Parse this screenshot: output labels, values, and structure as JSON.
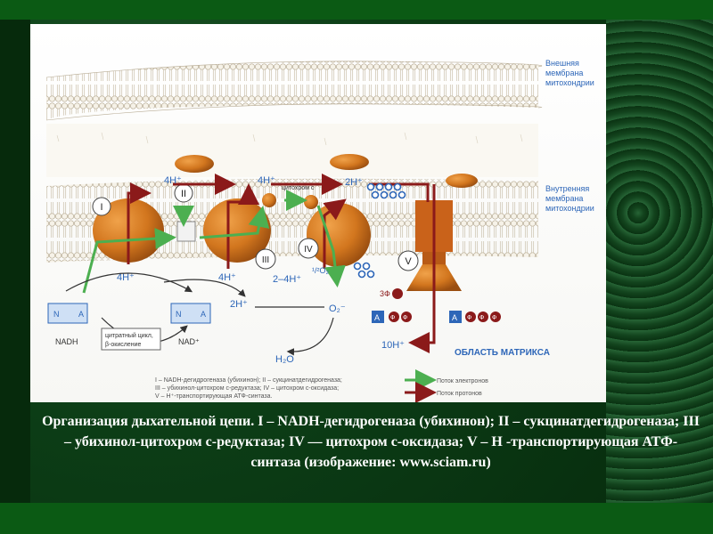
{
  "caption": "Организация дыхательной цепи. I – NADH-дегидрогеназа (убихинон); II – сукцинатдегидрогеназа; III – убихинол-цитохром с-редуктаза; IV — цитохром с-оксидаза; V – H -транспортирующая АТФ-синтаза (изображение: www.sciam.ru)",
  "membrane_labels": {
    "outer": [
      "Внешняя",
      "мембрана",
      "митохондрии"
    ],
    "inner": [
      "Внутренняя",
      "мембрана",
      "митохондрии"
    ]
  },
  "complexes": {
    "c1": "I",
    "c2": "II",
    "c3": "III",
    "c4": "IV",
    "c5": "V"
  },
  "protons": {
    "ims_1": "4H⁺",
    "ims_2": "4H⁺",
    "ims_3": "2H⁺",
    "mat_1": "4H⁺",
    "mat_2": "4H⁺",
    "mat_3": "2–4H⁺",
    "mat_4": "2H⁺",
    "out": "10H⁺"
  },
  "cyt_c": "цитохром с",
  "o2_half": "¹/²O₂",
  "o2_minus": "O₂⁻",
  "water": "H₂O",
  "nadh": "NADH",
  "nad": "NAD⁺",
  "cycle": [
    "цитратный цикл,",
    "β-окисление"
  ],
  "matrix": "ОБЛАСТЬ МАТРИКСА",
  "atp": {
    "three_f": "3Ф",
    "a": "A",
    "f": "Ф",
    "n": "N"
  },
  "legend_text": [
    "I – NADH-дегидрогеназа (убихинон); II – сукцинатдегидрогеназа;",
    "III – убихинол-цитохром с-редуктаза; IV – цитохром с-оксидаза;",
    "V – H⁺-транспортирующая АТФ-синтаза."
  ],
  "legend_keys": {
    "electrons": "Поток электронов",
    "protons": "Поток протонов"
  },
  "colors": {
    "protein": "#d2761e",
    "proton_arrow": "#8b1a1a",
    "electron_arrow": "#4caf50",
    "blue": "#2d66b8"
  }
}
